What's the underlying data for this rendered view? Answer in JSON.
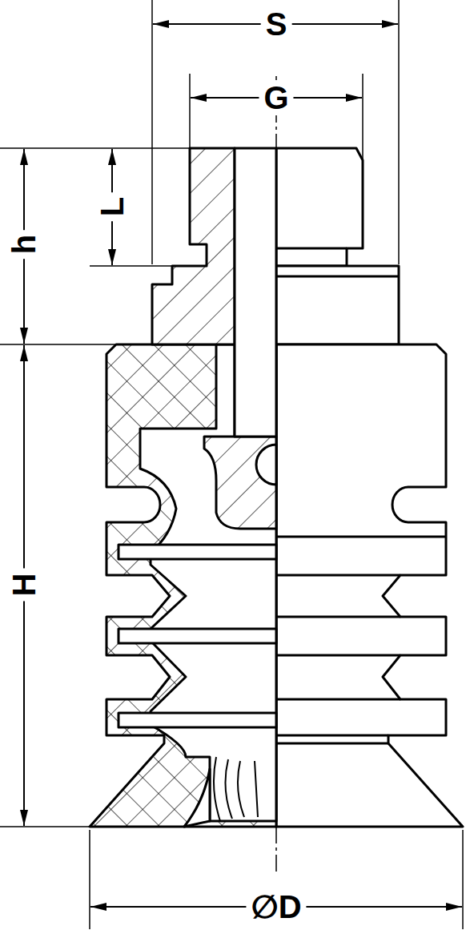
{
  "diagram": {
    "labels": [
      "S",
      "G",
      "L",
      "h",
      "H",
      "∅D"
    ]
  }
}
